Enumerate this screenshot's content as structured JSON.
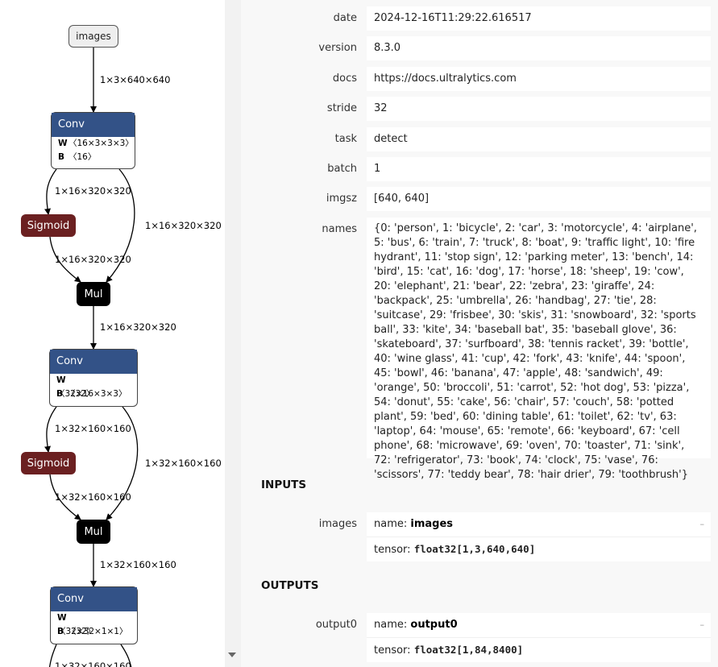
{
  "graph": {
    "input_label": "images",
    "blocks": [
      {
        "title": "Conv",
        "w_label": "W",
        "w_shape": "〈16×3×3×3〉",
        "b_label": "B",
        "b_shape": "〈16〉",
        "sigmoid": "Sigmoid",
        "mul": "Mul",
        "edge_in": "1×3×640×640",
        "edge_conv_sig": "1×16×320×320",
        "edge_conv_mul": "1×16×320×320",
        "edge_sig_mul": "1×16×320×320",
        "edge_out": "1×16×320×320"
      },
      {
        "title": "Conv",
        "w_label": "W",
        "w_shape": "〈32×16×3×3〉",
        "b_label": "B",
        "b_shape": "〈32〉",
        "sigmoid": "Sigmoid",
        "mul": "Mul",
        "edge_conv_sig": "1×32×160×160",
        "edge_conv_mul": "1×32×160×160",
        "edge_sig_mul": "1×32×160×160",
        "edge_out": "1×32×160×160"
      },
      {
        "title": "Conv",
        "w_label": "W",
        "w_shape": "〈32×32×1×1〉",
        "b_label": "B",
        "b_shape": "〈32〉",
        "edge_conv_sig": "1×32×160×160"
      }
    ]
  },
  "properties": [
    {
      "label": "date",
      "value": "2024-12-16T11:29:22.616517"
    },
    {
      "label": "version",
      "value": "8.3.0"
    },
    {
      "label": "docs",
      "value": "https://docs.ultralytics.com"
    },
    {
      "label": "stride",
      "value": "32"
    },
    {
      "label": "task",
      "value": "detect"
    },
    {
      "label": "batch",
      "value": "1"
    },
    {
      "label": "imgsz",
      "value": "[640, 640]"
    },
    {
      "label": "names",
      "value": "{0: 'person', 1: 'bicycle', 2: 'car', 3: 'motorcycle', 4: 'airplane', 5: 'bus', 6: 'train', 7: 'truck', 8: 'boat', 9: 'traffic light', 10: 'fire hydrant', 11: 'stop sign', 12: 'parking meter', 13: 'bench', 14: 'bird', 15: 'cat', 16: 'dog', 17: 'horse', 18: 'sheep', 19: 'cow', 20: 'elephant', 21: 'bear', 22: 'zebra', 23: 'giraffe', 24: 'backpack', 25: 'umbrella', 26: 'handbag', 27: 'tie', 28: 'suitcase', 29: 'frisbee', 30: 'skis', 31: 'snowboard', 32: 'sports ball', 33: 'kite', 34: 'baseball bat', 35: 'baseball glove', 36: 'skateboard', 37: 'surfboard', 38: 'tennis racket', 39: 'bottle', 40: 'wine glass', 41: 'cup', 42: 'fork', 43: 'knife', 44: 'spoon', 45: 'bowl', 46: 'banana', 47: 'apple', 48: 'sandwich', 49: 'orange', 50: 'broccoli', 51: 'carrot', 52: 'hot dog', 53: 'pizza', 54: 'donut', 55: 'cake', 56: 'chair', 57: 'couch', 58: 'potted plant', 59: 'bed', 60: 'dining table', 61: 'toilet', 62: 'tv', 63: 'laptop', 64: 'mouse', 65: 'remote', 66: 'keyboard', 67: 'cell phone', 68: 'microwave', 69: 'oven', 70: 'toaster', 71: 'sink', 72: 'refrigerator', 73: 'book', 74: 'clock', 75: 'vase', 76: 'scissors', 77: 'teddy bear', 78: 'hair drier', 79: 'toothbrush'}"
    }
  ],
  "inputs": {
    "heading": "INPUTS",
    "items": [
      {
        "label": "images",
        "name_key": "name:",
        "name": "images",
        "tensor_key": "tensor:",
        "tensor": "float32[1,3,640,640]",
        "expander": "–"
      }
    ]
  },
  "outputs": {
    "heading": "OUTPUTS",
    "items": [
      {
        "label": "output0",
        "name_key": "name:",
        "name": "output0",
        "tensor_key": "tensor:",
        "tensor": "float32[1,84,8400]",
        "expander": "–"
      }
    ]
  },
  "colors": {
    "conv_header": "#335287",
    "sigmoid": "#6b2021",
    "mul": "#000000",
    "sidebar_bg": "#f8f8f8"
  }
}
